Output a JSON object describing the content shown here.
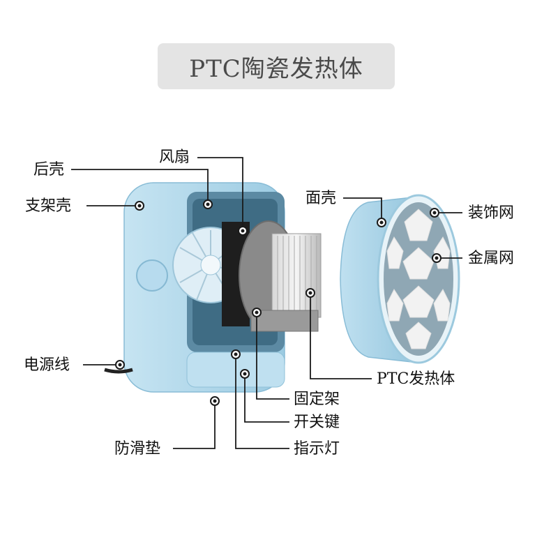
{
  "title": "PTC陶瓷发热体",
  "labels": {
    "rear_shell": "后壳",
    "fan": "风扇",
    "bracket_shell": "支架壳",
    "front_shell": "面壳",
    "decorative_mesh": "装饰网",
    "metal_mesh": "金属网",
    "power_cord": "电源线",
    "ptc_heater": "PTC发热体",
    "fixing_frame": "固定架",
    "switch_key": "开关键",
    "anti_slip_pad": "防滑垫",
    "indicator_light": "指示灯"
  },
  "colors": {
    "shell": "#a9d5ea",
    "shell_dark": "#7fb8d4",
    "mesh": "#f4f4f4",
    "leader": "#1a1a1a"
  }
}
